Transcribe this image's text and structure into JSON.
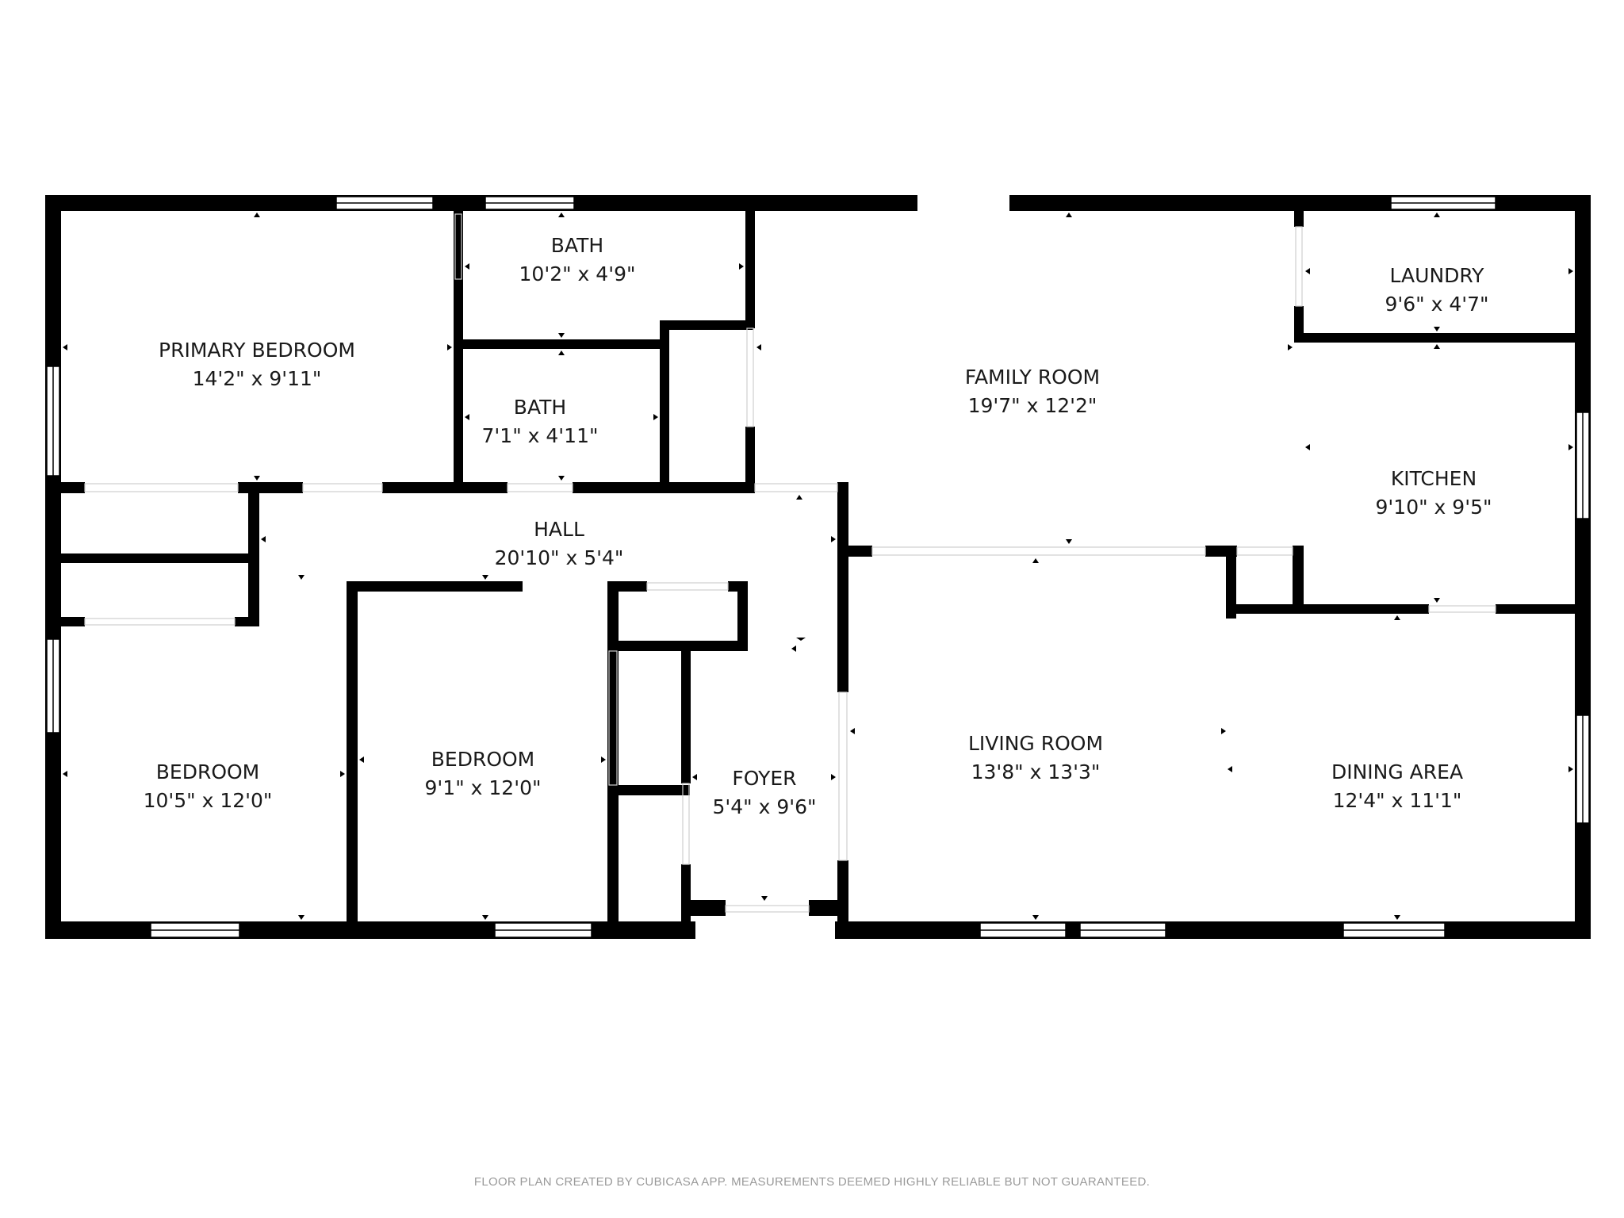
{
  "rooms": {
    "primary_bedroom": {
      "name": "PRIMARY BEDROOM",
      "dims": "14'2\" x 9'11\""
    },
    "bath_top": {
      "name": "BATH",
      "dims": "10'2\" x 4'9\""
    },
    "bath_mid": {
      "name": "BATH",
      "dims": "7'1\" x 4'11\""
    },
    "family_room": {
      "name": "FAMILY ROOM",
      "dims": "19'7\" x 12'2\""
    },
    "laundry": {
      "name": "LAUNDRY",
      "dims": "9'6\" x 4'7\""
    },
    "kitchen": {
      "name": "KITCHEN",
      "dims": "9'10\" x 9'5\""
    },
    "hall": {
      "name": "HALL",
      "dims": "20'10\" x 5'4\""
    },
    "bedroom_left": {
      "name": "BEDROOM",
      "dims": "10'5\" x 12'0\""
    },
    "bedroom_center": {
      "name": "BEDROOM",
      "dims": "9'1\" x 12'0\""
    },
    "foyer": {
      "name": "FOYER",
      "dims": "5'4\" x 9'6\""
    },
    "living_room": {
      "name": "LIVING ROOM",
      "dims": "13'8\" x 13'3\""
    },
    "dining_area": {
      "name": "DINING AREA",
      "dims": "12'4\" x 11'1\""
    }
  },
  "footer": "FLOOR PLAN CREATED BY CUBICASA APP. MEASUREMENTS DEEMED HIGHLY RELIABLE BUT NOT GUARANTEED.",
  "colors": {
    "wall": "#000000",
    "background": "#ffffff",
    "window": "#ffffff",
    "footer_text": "#9a9a9a"
  }
}
